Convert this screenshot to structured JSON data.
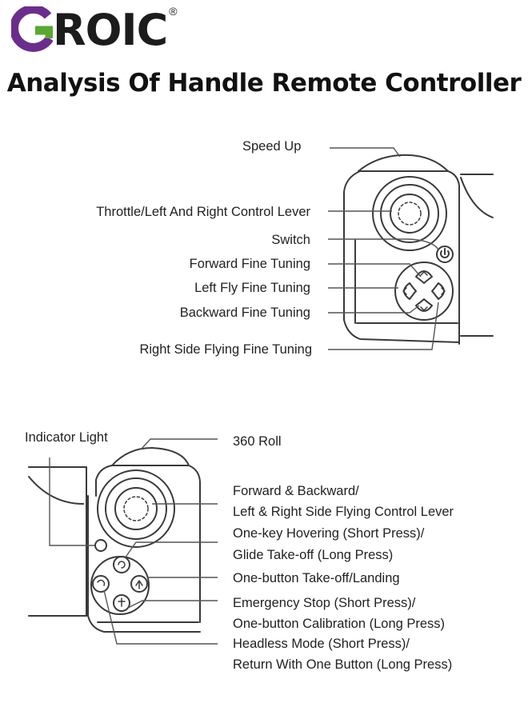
{
  "brand": {
    "name": "ROIC",
    "registered": "®"
  },
  "title": "Analysis Of Handle Remote Controller",
  "top_controller": {
    "labels": {
      "speed_up": "Speed Up",
      "throttle": "Throttle/Left And Right Control Lever",
      "switch": "Switch",
      "forward_fine": "Forward Fine Tuning",
      "left_fly_fine": "Left Fly Fine Tuning",
      "backward_fine": "Backward Fine Tuning",
      "right_side_fine": "Right Side Flying Fine Tuning"
    }
  },
  "bottom_controller": {
    "labels": {
      "indicator_light": "Indicator Light",
      "roll_360": "360 Roll",
      "control_lever_1": "Forward & Backward/",
      "control_lever_2": "Left & Right Side Flying Control Lever",
      "hover_1": "One-key Hovering (Short Press)/",
      "hover_2": "Glide Take-off (Long Press)",
      "takeoff": "One-button Take-off/Landing",
      "estop_1": "Emergency Stop (Short Press)/",
      "estop_2": "One-button Calibration (Long Press)",
      "headless_1": "Headless Mode (Short Press)/",
      "headless_2": "Return With One Button (Long Press)"
    }
  },
  "colors": {
    "brand_purple": "#6b2d8c",
    "brand_green": "#5aa832",
    "line": "#555555",
    "text": "#222222"
  }
}
